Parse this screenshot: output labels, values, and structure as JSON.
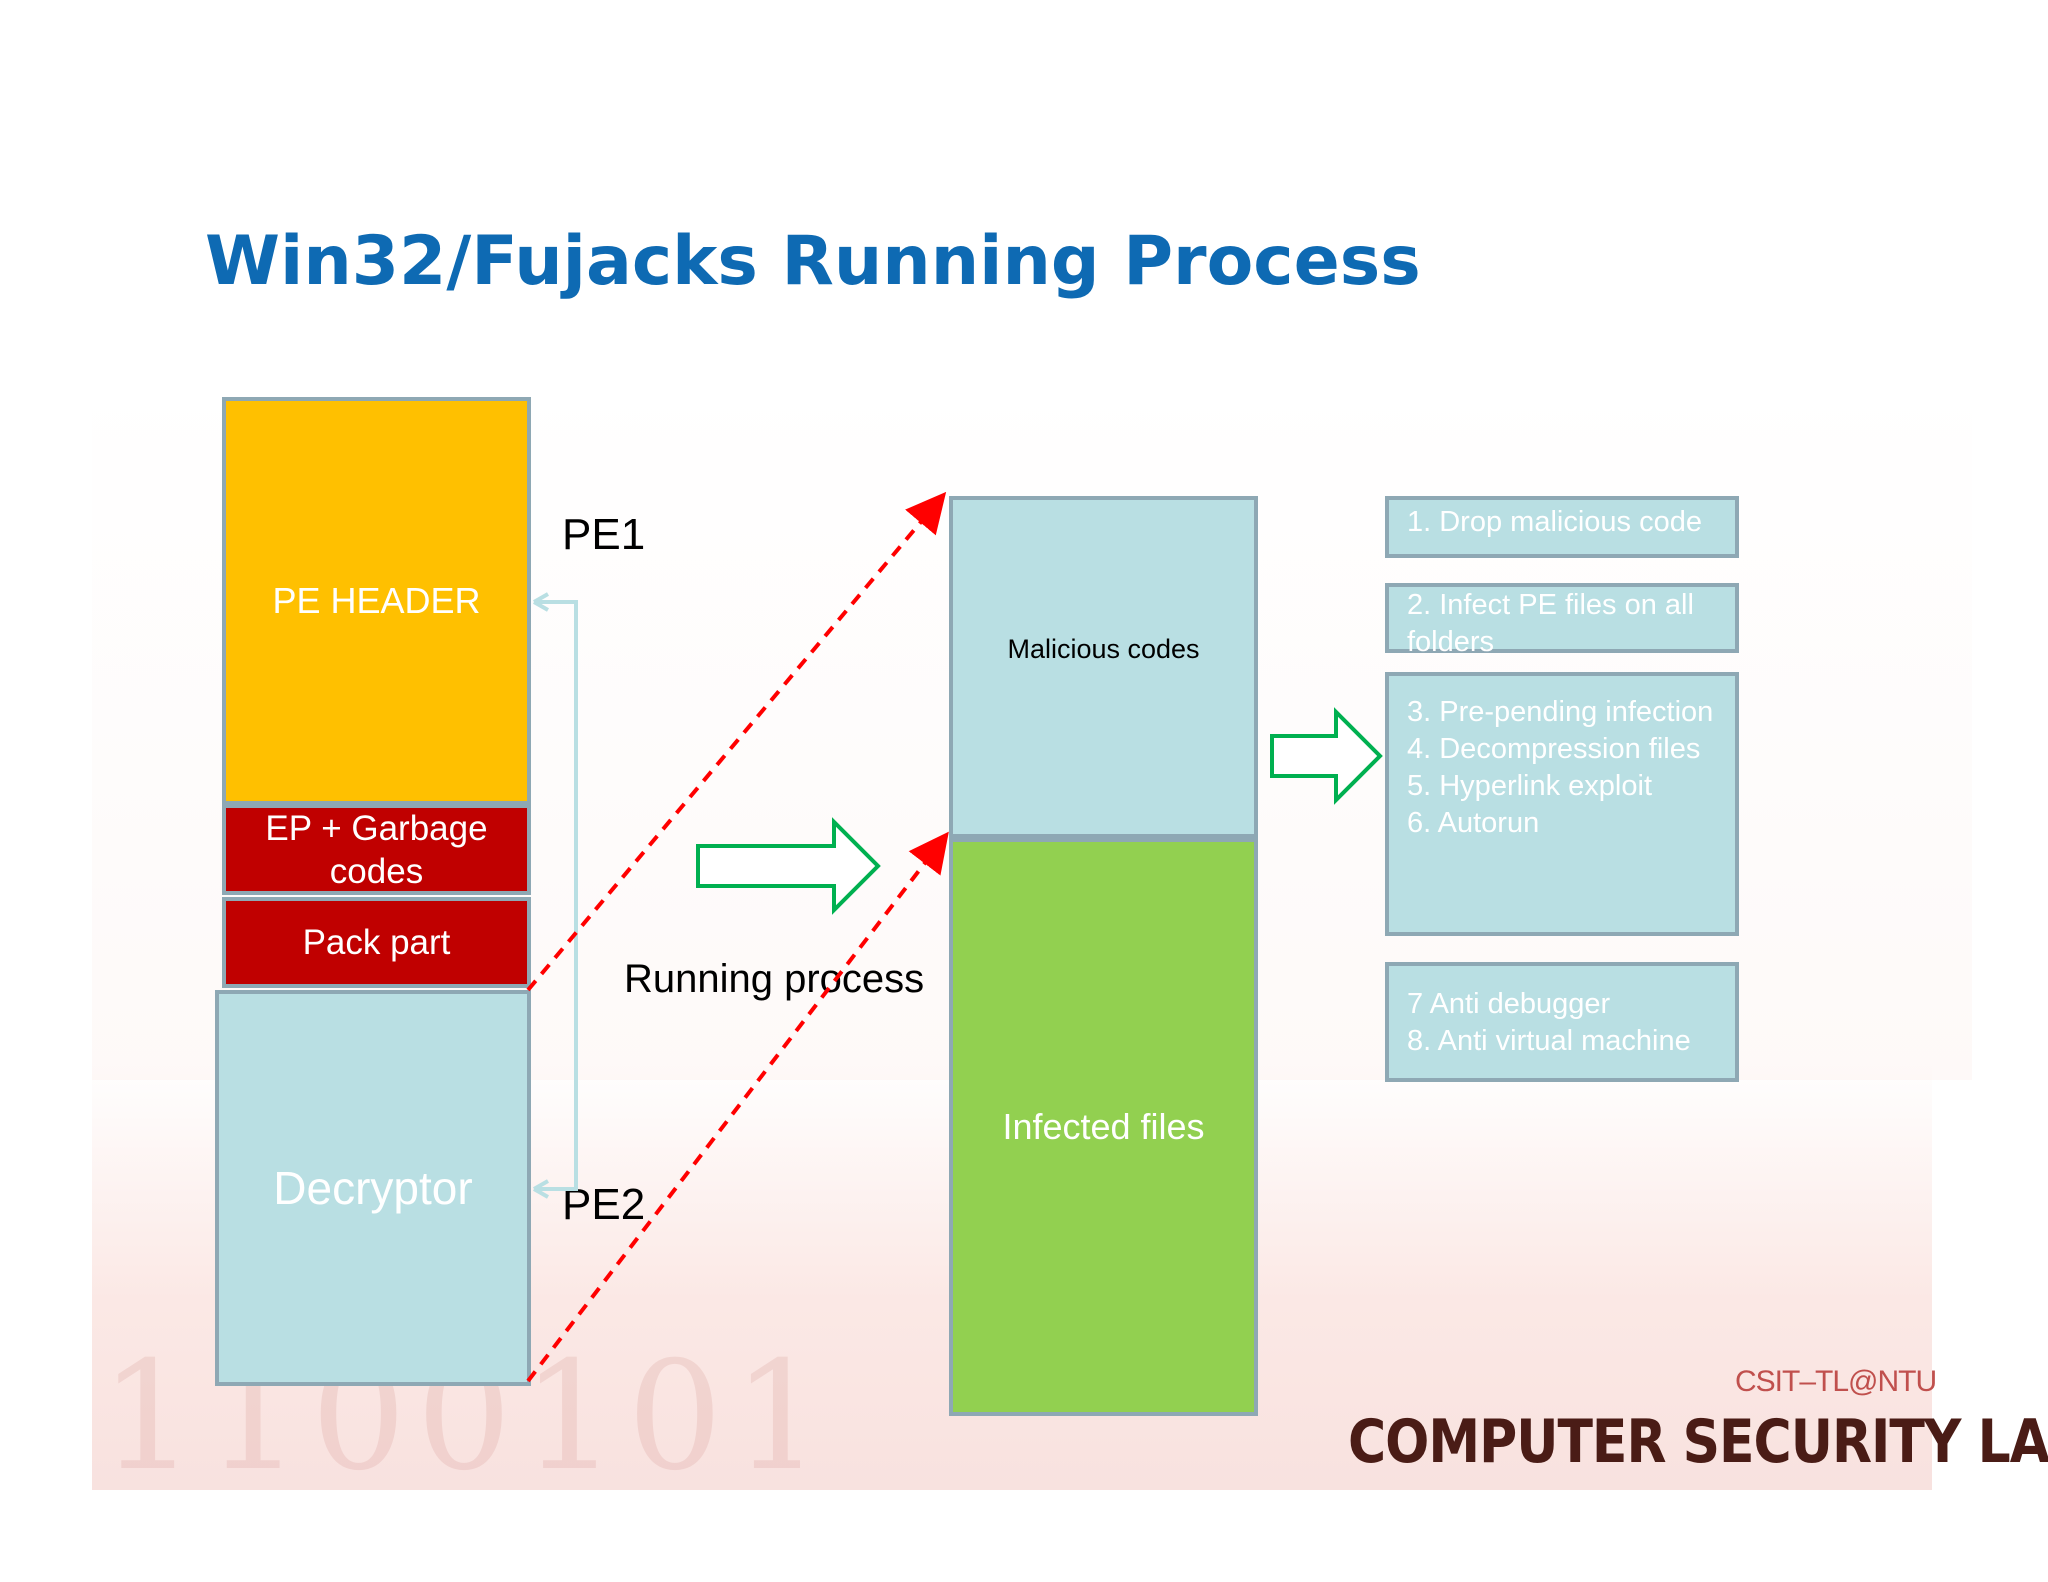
{
  "slide": {
    "title": "Win32/Fujacks Running Process"
  },
  "pe_file": {
    "header_label": "PE HEADER",
    "ep_garbage_label": "EP + Garbage codes",
    "pack_part_label": "Pack part",
    "decryptor_label": "Decryptor",
    "pe1_label": "PE1",
    "pe2_label": "PE2"
  },
  "running_process_label": "Running process",
  "process_memory": {
    "malicious_label": "Malicious codes",
    "infected_label": "Infected files"
  },
  "behaviors": {
    "box1": [
      "1. Drop malicious code"
    ],
    "box2": [
      "2. Infect PE files on all folders"
    ],
    "box3": [
      "3. Pre-pending infection",
      "4. Decompression files",
      "5. Hyperlink exploit",
      "6. Autorun"
    ],
    "box4": [
      "7 Anti debugger",
      "8. Anti virtual machine"
    ]
  },
  "footer": {
    "lab_tag": "CSIT–TL@NTU",
    "lab_name": "COMPUTER SECURITY LAB"
  },
  "colors": {
    "title": "#0e6ab3",
    "pe_header": "#ffc000",
    "red_block": "#c00000",
    "light_blue": "#b9dfe3",
    "green_block": "#92d050",
    "arrow_green": "#00b050",
    "dashed_red": "#ff0000"
  }
}
